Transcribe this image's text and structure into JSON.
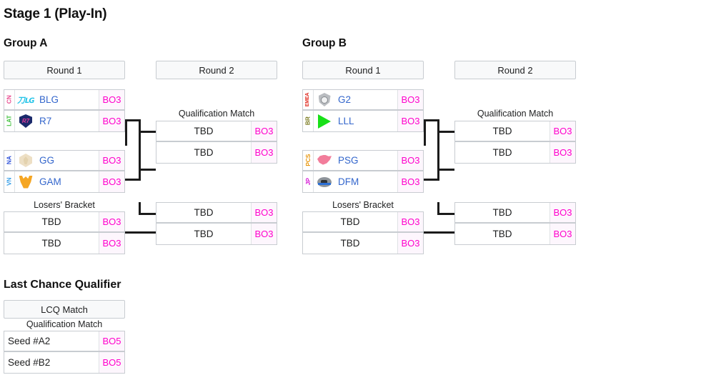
{
  "page": {
    "title": "Stage 1 (Play-In)",
    "lcq_title": "Last Chance Qualifier"
  },
  "labels": {
    "round1": "Round 1",
    "round2": "Round 2",
    "qualification_match": "Qualification Match",
    "losers_bracket": "Losers' Bracket",
    "lcq_match": "LCQ Match",
    "tbd": "TBD",
    "bo3": "BO3",
    "bo5": "BO5"
  },
  "colors": {
    "score_text": "#ff00cc",
    "team_link": "#3366cc",
    "box_border": "#c8ccd1",
    "header_bg": "#f8f9fa",
    "connector": "#1b1b1b"
  },
  "groups": [
    {
      "name": "Group A",
      "round1_label": "Round 1",
      "round2_label": "Round 2",
      "matches": [
        {
          "teams": [
            {
              "region": "CN",
              "region_color": "#e8468c",
              "name": "BLG",
              "logo": "blg-logo",
              "score": "BO3"
            },
            {
              "region": "LAT",
              "region_color": "#45c142",
              "name": "R7",
              "logo": "r7-logo",
              "score": "BO3"
            }
          ]
        },
        {
          "teams": [
            {
              "region": "NA",
              "region_color": "#2b4fd8",
              "name": "GG",
              "logo": "gg-logo",
              "score": "BO3"
            },
            {
              "region": "VN",
              "region_color": "#3aa0e8",
              "name": "GAM",
              "logo": "gam-logo",
              "score": "BO3"
            }
          ]
        }
      ],
      "qualification": {
        "caption": "Qualification Match",
        "rows": [
          {
            "name": "TBD",
            "score": "BO3"
          },
          {
            "name": "TBD",
            "score": "BO3"
          }
        ]
      },
      "losers": {
        "caption": "Losers' Bracket",
        "rows": [
          {
            "name": "TBD",
            "score": "BO3"
          },
          {
            "name": "TBD",
            "score": "BO3"
          }
        ],
        "next_rows": [
          {
            "name": "TBD",
            "score": "BO3"
          },
          {
            "name": "TBD",
            "score": "BO3"
          }
        ]
      }
    },
    {
      "name": "Group B",
      "round1_label": "Round 1",
      "round2_label": "Round 2",
      "matches": [
        {
          "teams": [
            {
              "region": "EMEA",
              "region_color": "#e02b20",
              "name": "G2",
              "logo": "g2-logo",
              "score": "BO3"
            },
            {
              "region": "BR",
              "region_color": "#7a7a1e",
              "name": "LLL",
              "logo": "lll-logo",
              "score": "BO3"
            }
          ]
        },
        {
          "teams": [
            {
              "region": "PCS",
              "region_color": "#e8960c",
              "name": "PSG",
              "logo": "psg-logo",
              "score": "BO3"
            },
            {
              "region": "JP",
              "region_color": "#d61ad6",
              "name": "DFM",
              "logo": "dfm-logo",
              "score": "BO3"
            }
          ]
        }
      ],
      "qualification": {
        "caption": "Qualification Match",
        "rows": [
          {
            "name": "TBD",
            "score": "BO3"
          },
          {
            "name": "TBD",
            "score": "BO3"
          }
        ]
      },
      "losers": {
        "caption": "Losers' Bracket",
        "rows": [
          {
            "name": "TBD",
            "score": "BO3"
          },
          {
            "name": "TBD",
            "score": "BO3"
          }
        ],
        "next_rows": [
          {
            "name": "TBD",
            "score": "BO3"
          },
          {
            "name": "TBD",
            "score": "BO3"
          }
        ]
      }
    }
  ],
  "lcq": {
    "title": "Last Chance Qualifier",
    "header": "LCQ Match",
    "caption": "Qualification Match",
    "rows": [
      {
        "name": "Seed #A2",
        "score": "BO5"
      },
      {
        "name": "Seed #B2",
        "score": "BO5"
      }
    ]
  }
}
